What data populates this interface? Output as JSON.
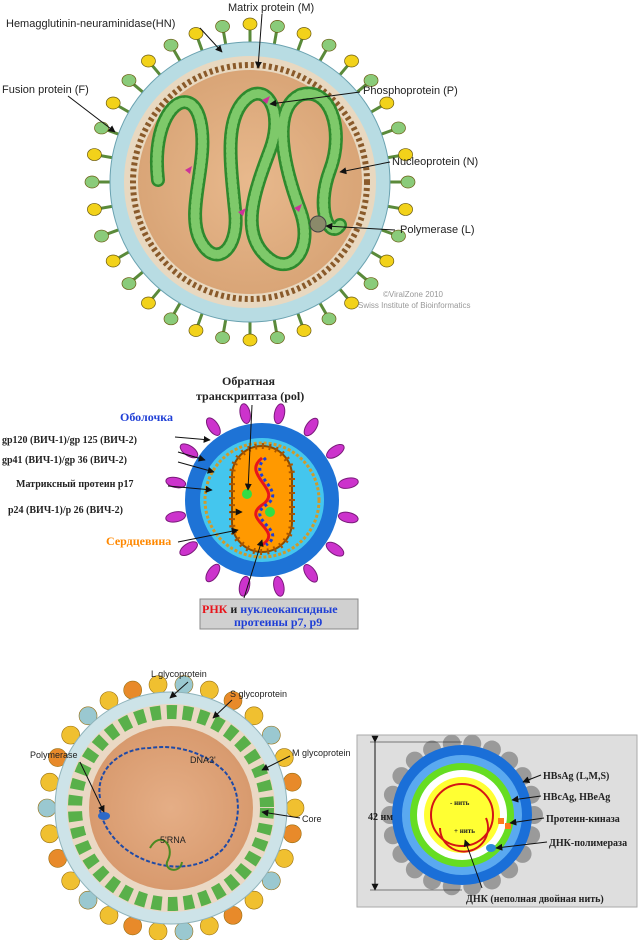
{
  "panel1": {
    "labels": {
      "hn": "Hemagglutinin-neuraminidase(HN)",
      "m": "Matrix protein (M)",
      "f": "Fusion protein (F)",
      "p": "Phosphoprotein  (P)",
      "n": "Nucleoprotein  (N)",
      "l": "Polymerase  (L)"
    },
    "credit1": "©ViralZone 2010",
    "credit2": "Swiss Institute of Bioinformatics"
  },
  "panel2": {
    "title1": "Обратная",
    "title2": "транскриптаза (pol)",
    "envelope": "Оболочка",
    "gp120": "gp120 (ВИЧ-1)/gp 125 (ВИЧ-2)",
    "gp41": "gp41 (ВИЧ-1)/gp 36 (ВИЧ-2)",
    "matrix": "Матриксный протеин p17",
    "p24": "p24 (ВИЧ-1)/p 26 (ВИЧ-2)",
    "core": "Сердцевина",
    "rna": "РНК",
    "and": " и ",
    "nucleo": "нуклеокапсидные",
    "proteins": "протеины p7, p9"
  },
  "panel3": {
    "lgly": "L glycoprotein",
    "sgly": "S glycoprotein",
    "mgly": "M glycoprotein",
    "poly": "Polymerase",
    "core": "Core",
    "dna3": "DNA3'",
    "rna5": "5'RNA"
  },
  "panel4": {
    "size": "42 нм",
    "hbsag": "HBsAg (L,M,S)",
    "hbcag": "HBcAg, HBeAg",
    "kinase": "Протеин-киназа",
    "pol": "ДНК-полимераза",
    "minus": "- нить",
    "plus": "+ нить",
    "dna": "ДНК (неполная двойная нить)"
  },
  "colors": {
    "envelopeBlue": "#1e73d6",
    "core": "#ff9900",
    "spikeMagenta": "#cc33cc",
    "rnaRed": "#e8141b",
    "nucleoBlue": "#1f3fd6",
    "hbvYellow": "#ffff33",
    "hbvGreen": "#66dd22"
  }
}
